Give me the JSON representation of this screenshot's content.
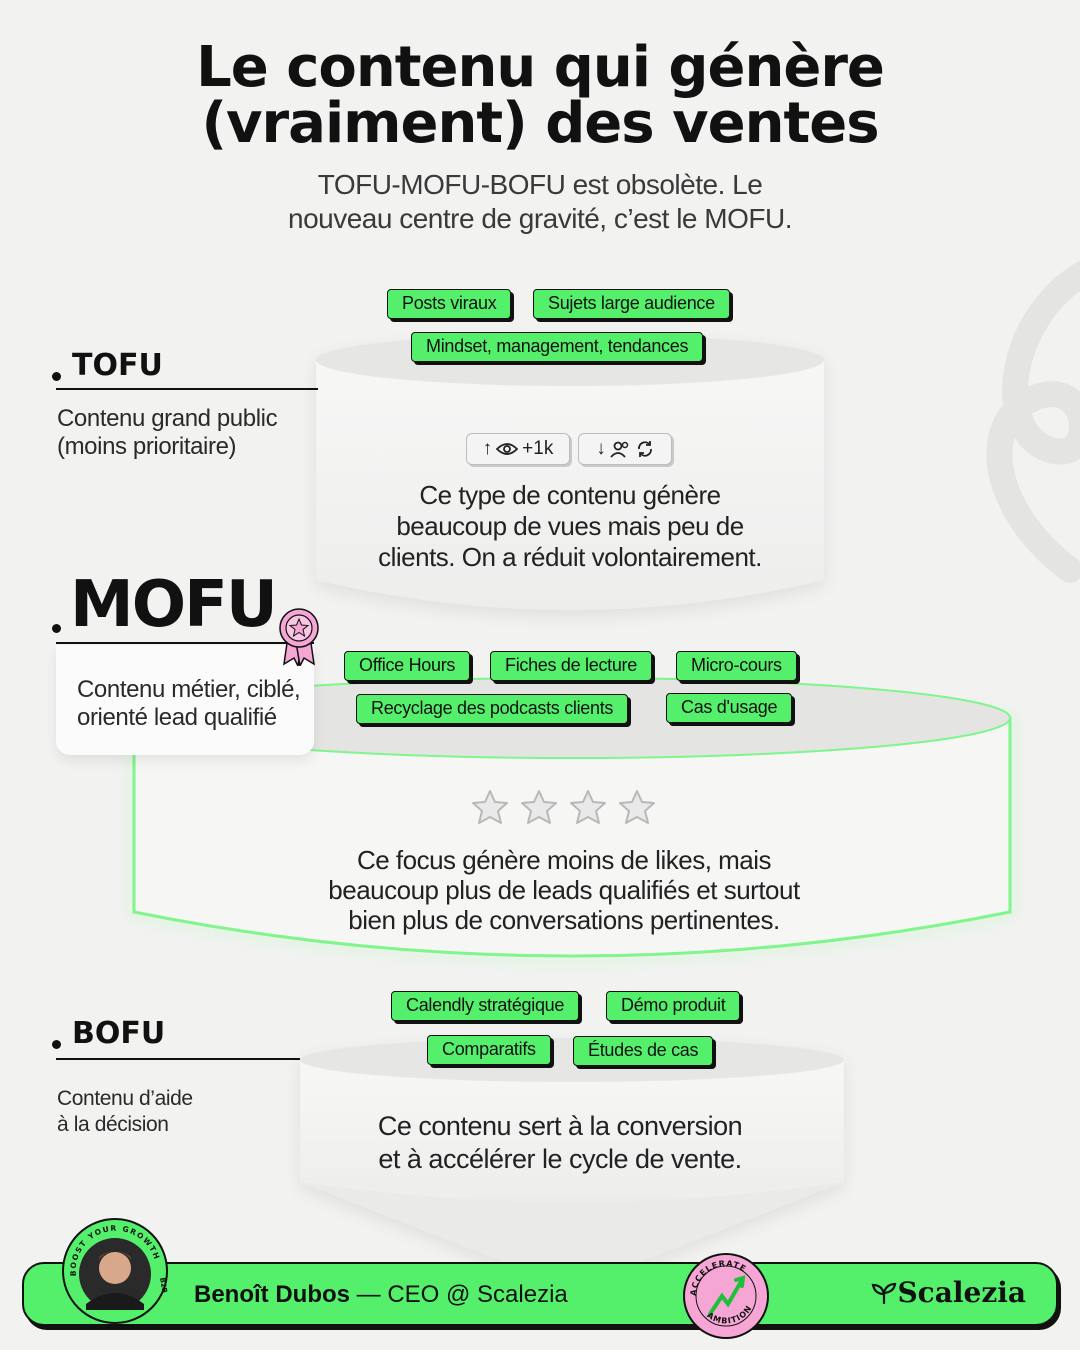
{
  "header": {
    "title_line1": "Le contenu qui génère",
    "title_line2": "(vraiment) des ventes",
    "subtitle_line1": "TOFU-MOFU-BOFU est obsolète. Le",
    "subtitle_line2": "nouveau centre de gravité, c’est le MOFU."
  },
  "tofu": {
    "label": "TOFU",
    "desc_line1": "Contenu grand public",
    "desc_line2": "(moins prioritaire)",
    "tags": [
      "Posts viraux",
      "Sujets large audience",
      "Mindset, management, tendances"
    ],
    "stat_views": "+1k",
    "body_line1": "Ce type de contenu génère",
    "body_line2": "beaucoup de vues mais peu de",
    "body_line3": "clients. On a réduit volontairement."
  },
  "mofu": {
    "label": "MOFU",
    "desc_line1": "Contenu métier, ciblé,",
    "desc_line2": "orienté lead qualifié",
    "tags": [
      "Office Hours",
      "Fiches de lecture",
      "Micro-cours",
      "Recyclage des podcasts clients",
      "Cas d'usage"
    ],
    "rating": 4,
    "body_line1": "Ce focus génère moins de likes, mais",
    "body_line2": "beaucoup plus de leads qualifiés et surtout",
    "body_line3": "bien plus de conversations pertinentes."
  },
  "bofu": {
    "label": "BOFU",
    "desc_line1": "Contenu d’aide",
    "desc_line2": "à la décision",
    "tags": [
      "Calendly stratégique",
      "Démo produit",
      "Comparatifs",
      "Études de cas"
    ],
    "body_line1": "Ce contenu sert à la conversion",
    "body_line2": "et à accélérer le cycle de vente."
  },
  "footer": {
    "name": "Benoît Dubos",
    "role": " — CEO @ Scalezia",
    "badge_top": "ACCELERATE",
    "badge_bottom": "AMBITION",
    "avatar_ring": "BOOST YOUR GROWTH",
    "avatar_ring_right": "B2B",
    "brand": "Scalezia"
  },
  "colors": {
    "accent": "#55f06b",
    "ink": "#111111",
    "background": "#f2f2f1",
    "badge_pink": "#f5a6d4"
  }
}
